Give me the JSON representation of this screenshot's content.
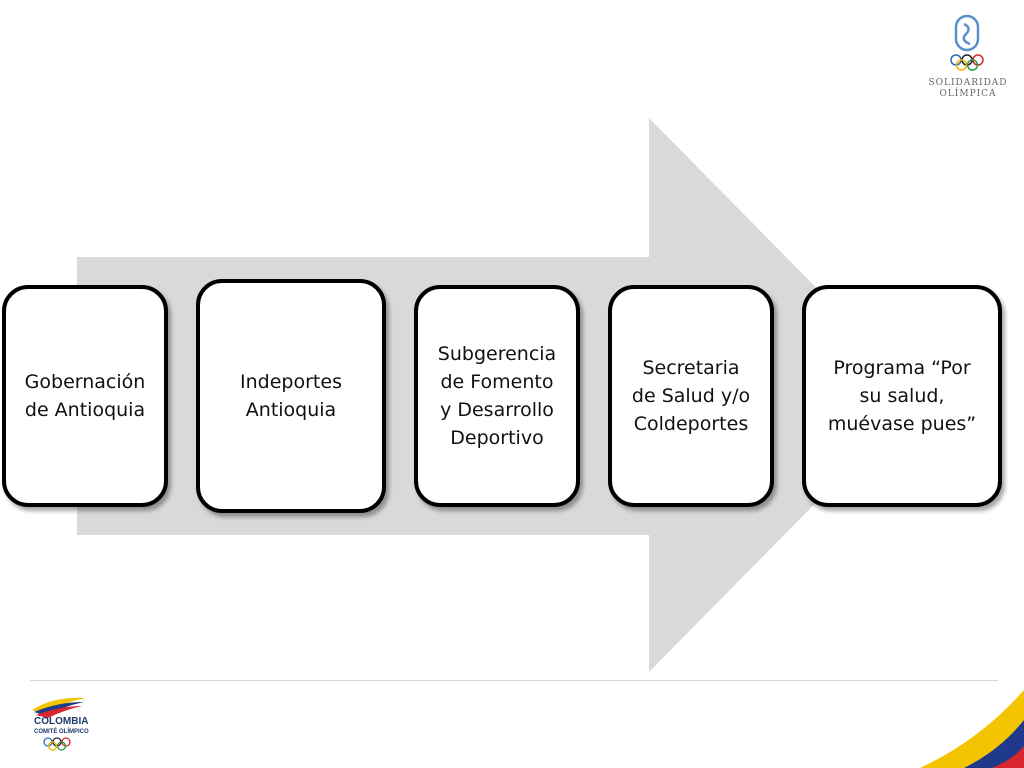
{
  "diagram": {
    "arrow_color": "#d9d9d9",
    "steps": [
      {
        "label": "Gobernación\nde Antioquia"
      },
      {
        "label": "Indeportes\nAntioquia"
      },
      {
        "label": "Subgerencia\nde Fomento\ny Desarrollo\nDeportivo"
      },
      {
        "label": "Secretaria\nde Salud y/o\nColdeportes"
      },
      {
        "label": "Programa “Por\nsu salud,\nmuévase pues”"
      }
    ]
  },
  "logos": {
    "top": {
      "text": "SOLIDARIDAD\nOLÍMPICA"
    },
    "bottom": {
      "line1": "COLOMBIA",
      "line2": "COMITÉ OLÍMPICO"
    }
  },
  "colors": {
    "box_border": "#000000",
    "flag_yellow": "#f5c400",
    "flag_blue": "#1f3a8a",
    "flag_red": "#d7262e"
  }
}
